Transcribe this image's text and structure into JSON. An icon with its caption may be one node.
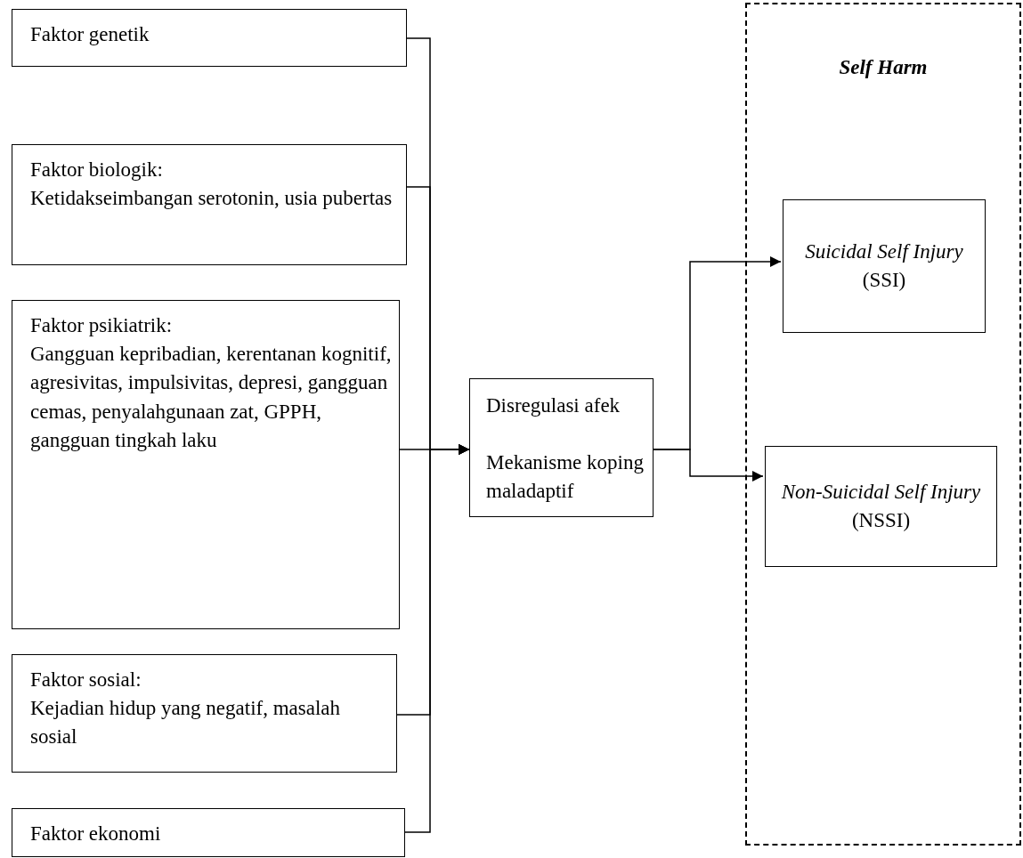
{
  "diagram": {
    "nodes": [
      {
        "text": [
          "Faktor genetik"
        ]
      },
      {
        "text": [
          "Faktor biologik:",
          "Ketidakseimbangan serotonin, usia pubertas"
        ]
      },
      {
        "text": [
          "Faktor psikiatrik:",
          "Gangguan kepribadian, kerentanan kognitif, agresivitas, impulsivitas, depresi, gangguan cemas, penyalahgunaan zat, GPPH, gangguan tingkah laku"
        ]
      },
      {
        "text": [
          "Faktor sosial:",
          "Kejadian hidup yang negatif, masalah sosial"
        ]
      },
      {
        "text": [
          "Faktor ekonomi"
        ]
      },
      {
        "text": [
          "Disregulasi afek",
          "Mekanisme koping maladaptif"
        ]
      },
      {
        "text": [
          "Self Harm"
        ]
      },
      {
        "text": [
          "Suicidal Self Injury",
          "(SSI)"
        ],
        "in": 6
      },
      {
        "text": [
          "Non-Suicidal Self Injury",
          "(NSSI)"
        ],
        "in": 6
      }
    ],
    "edges": [
      {
        "from": 0,
        "to": 5,
        "arrow": "to"
      },
      {
        "from": 1,
        "to": 5,
        "arrow": "to"
      },
      {
        "from": 2,
        "to": 5,
        "arrow": "to"
      },
      {
        "from": 3,
        "to": 5,
        "arrow": "to"
      },
      {
        "from": 4,
        "to": 5,
        "arrow": "to"
      },
      {
        "from": 5,
        "to": 7,
        "arrow": "to"
      },
      {
        "from": 5,
        "to": 8,
        "arrow": "to"
      }
    ]
  }
}
